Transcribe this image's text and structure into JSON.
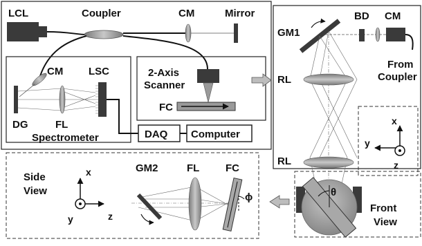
{
  "labels": {
    "lcl": "LCL",
    "coupler": "Coupler",
    "cm_top": "CM",
    "mirror": "Mirror",
    "cm_spec": "CM",
    "lsc": "LSC",
    "dg": "DG",
    "fl_spec": "FL",
    "spectrometer": "Spectrometer",
    "scanner_line1": "2-Axis",
    "scanner_line2": "Scanner",
    "fc_scanner": "FC",
    "daq": "DAQ",
    "computer": "Computer",
    "gm1": "GM1",
    "bd": "BD",
    "cm_right": "CM",
    "from_line1": "From",
    "from_line2": "Coupler",
    "rl_upper": "RL",
    "rl_lower": "RL",
    "axis_x_right": "x",
    "axis_y_right": "y",
    "axis_z_right": "z",
    "front_line1": "Front",
    "front_line2": "View",
    "theta": "θ",
    "side_line1": "Side",
    "side_line2": "View",
    "axis_x_side": "x",
    "axis_y_side": "y",
    "axis_z_side": "z",
    "gm2": "GM2",
    "fl_side": "FL",
    "fc_side": "FC",
    "phi": "ϕ"
  },
  "colors": {
    "dark": "#3a3a3a",
    "lens": "#9a9a9a",
    "border": "#222222"
  }
}
